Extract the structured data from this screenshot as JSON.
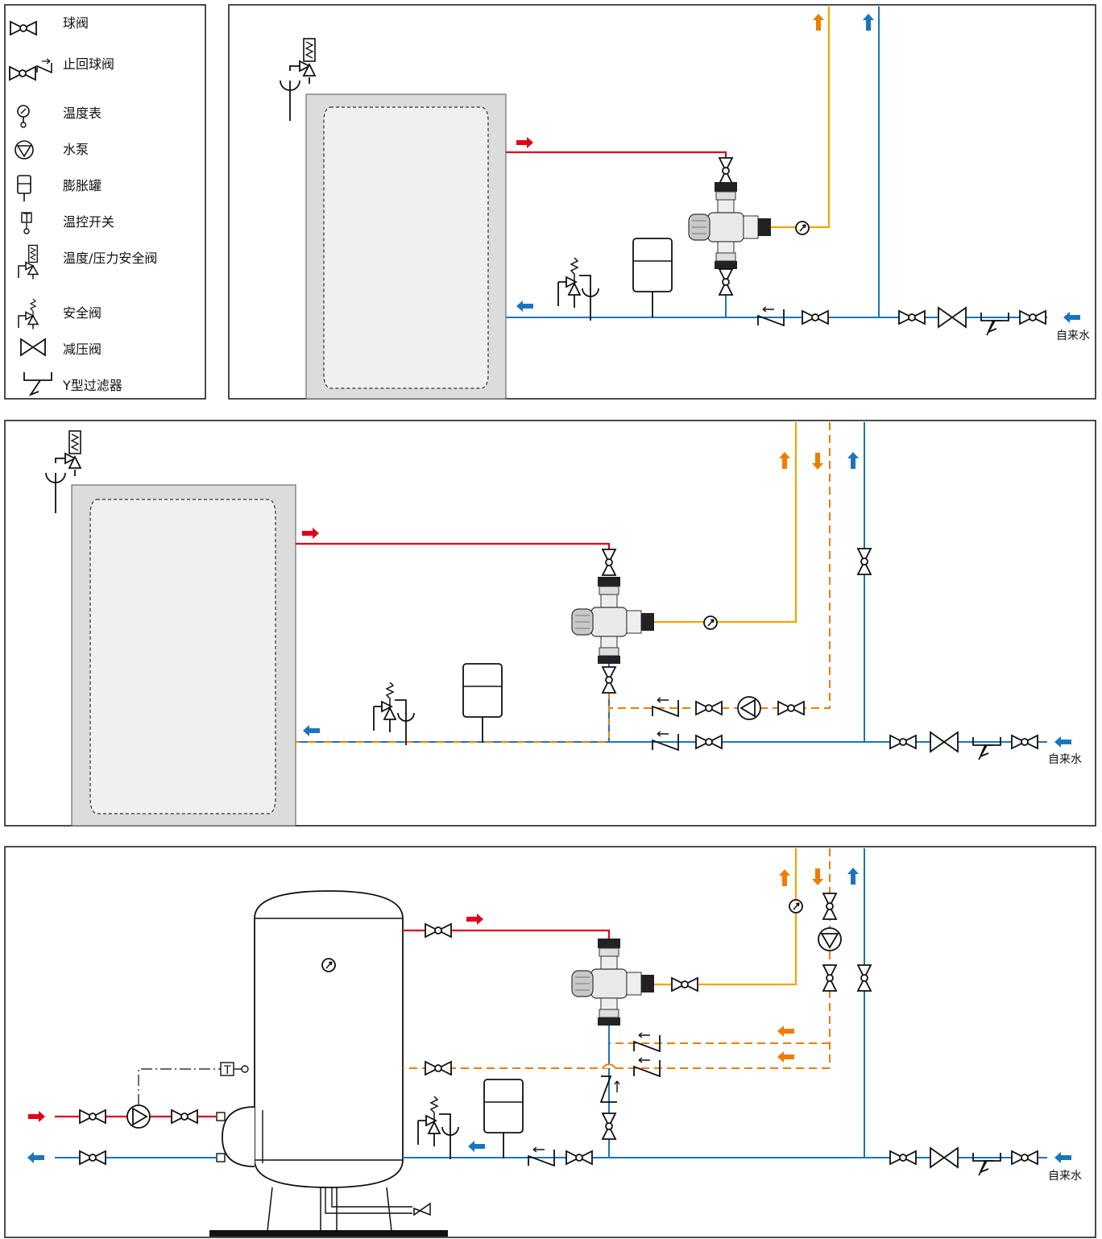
{
  "legend": {
    "items": [
      {
        "icon": "ball-valve-icon",
        "label": "球阀"
      },
      {
        "icon": "check-ball-valve-icon",
        "label": "止回球阀"
      },
      {
        "icon": "thermometer-icon",
        "label": "温度表"
      },
      {
        "icon": "pump-icon",
        "label": "水泵"
      },
      {
        "icon": "expansion-tank-icon",
        "label": "膨胀罐"
      },
      {
        "icon": "thermostat-switch-icon",
        "label": "温控开关"
      },
      {
        "icon": "tp-relief-valve-icon",
        "label": "温度/压力安全阀"
      },
      {
        "icon": "safety-valve-icon",
        "label": "安全阀"
      },
      {
        "icon": "pressure-reducing-valve-icon",
        "label": "减压阀"
      },
      {
        "icon": "y-strainer-icon",
        "label": "Y型过滤器"
      }
    ]
  },
  "labels": {
    "mains_water_1": "自来水",
    "mains_water_2": "自来水",
    "mains_water_3": "自来水",
    "thermostat_letter": "T",
    "legend_thermostat_letter": "T"
  },
  "colors": {
    "hot": "#e2001a",
    "cold": "#1a75bc",
    "mixed": "#f5a300",
    "recirc": "#ee7d00",
    "tank_fill": "#dcdcdc",
    "inner_fill": "#f0f0f0"
  }
}
